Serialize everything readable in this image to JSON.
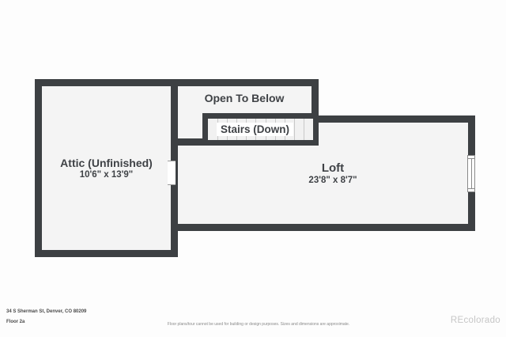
{
  "plan": {
    "rooms": {
      "attic": {
        "label": "Attic (Unfinished)",
        "dims": "10'6\" x 13'9\""
      },
      "open_to_below": {
        "label": "Open To Below"
      },
      "stairs": {
        "label": "Stairs (Down)",
        "treads": 10
      },
      "loft": {
        "label": "Loft",
        "dims": "23'8\" x 8'7\""
      }
    },
    "symbols": [
      "attic-wall-opening-window",
      "loft-right-wall-window"
    ]
  },
  "footer": {
    "address": "34 S Sherman St, Denver, CO 80209",
    "floor": "Floor 2a",
    "disclaimer": "Floor plans/tour cannot be used for building or design purposes. Sizes and dimensions are approximate.",
    "watermark": "REcolorado"
  },
  "colors": {
    "wall": "#3d4043",
    "room_fill": "#f4f4f4",
    "background": "#fdfdfd",
    "text": "#3f4246",
    "tread_line": "#c8c8c8",
    "watermark": "#c6c6c6"
  }
}
